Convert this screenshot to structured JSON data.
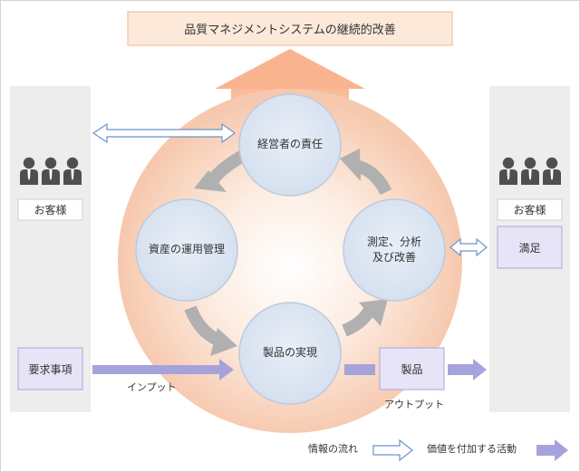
{
  "title": "品質マネジメントシステムの継続的改善",
  "customer_left": "お客様",
  "customer_right": "お客様",
  "processes": {
    "management": "経営者の責任",
    "resource": "資産の運用管理",
    "realization": "製品の実現",
    "measurement_line1": "測定、分析",
    "measurement_line2": "及び改善"
  },
  "requirements": "要求事項",
  "satisfaction": "満足",
  "product": "製品",
  "input_label": "インプット",
  "output_label": "アウトプット",
  "legend": {
    "info_flow": "情報の流れ",
    "value_activity": "価値を付加する活動"
  },
  "colors": {
    "title_fill": "#fde9d9",
    "title_border": "#f2b48e",
    "circle_fill": "#dfe7f3",
    "circle_border": "#bccadf",
    "value_arrow": "#a6a3dc",
    "gray_arrow": "#b0b0b0",
    "info_arrow_stroke": "#6a95c9",
    "customer_panel": "#ededed",
    "person_icon": "#4f4f4f"
  }
}
